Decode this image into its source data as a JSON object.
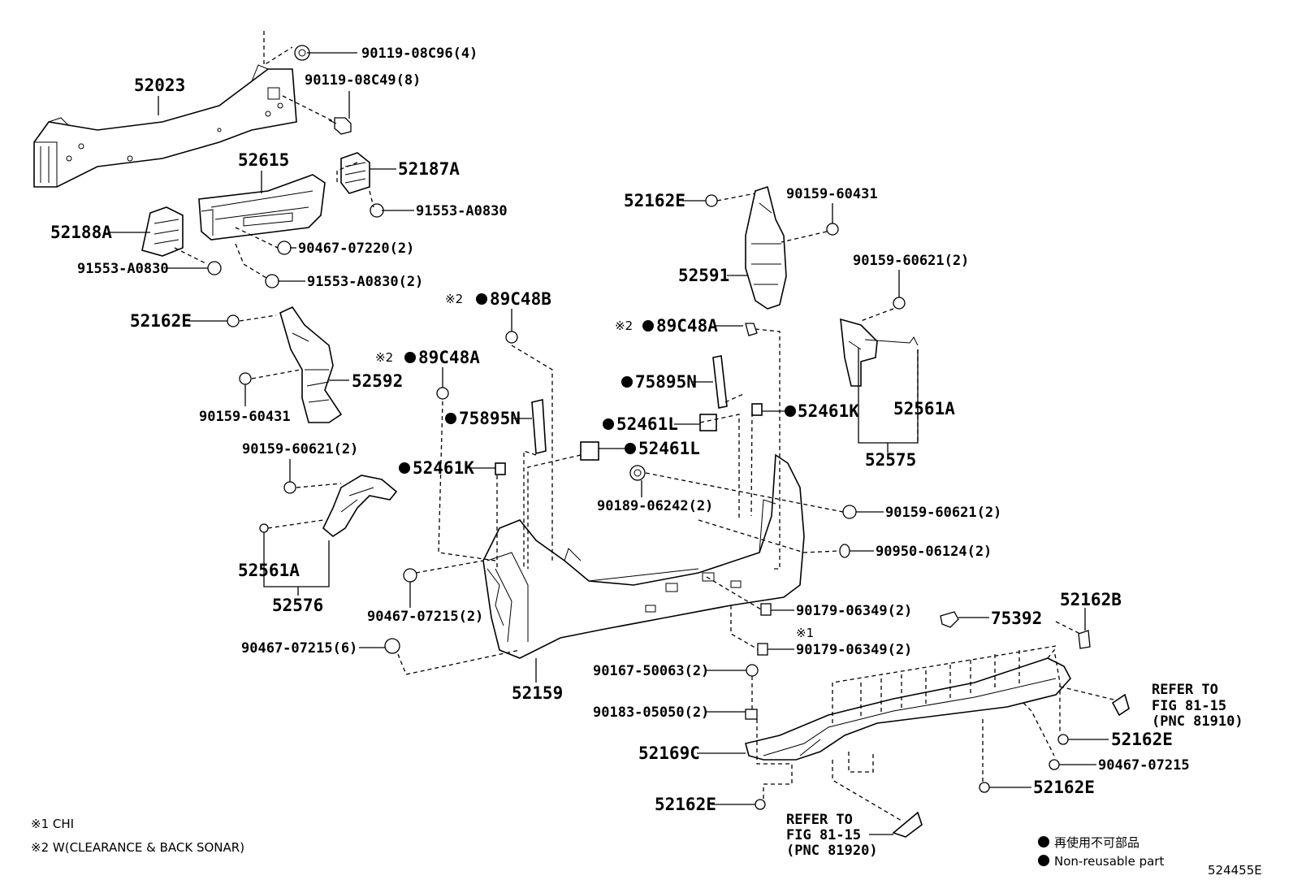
{
  "labels": {
    "p52023": "52023",
    "p90119_08c96": "90119-08C96(4)",
    "p90119_08c49": "90119-08C49(8)",
    "p52615": "52615",
    "p52187a": "52187A",
    "p91553_a0830_r": "91553-A0830",
    "p52188a": "52188A",
    "p90467_07220": "90467-07220(2)",
    "p91553_a0830_l": "91553-A0830",
    "p91553_a0830_2": "91553-A0830(2)",
    "p52162e_ul": "52162E",
    "p52592": "52592",
    "p90159_60431_l": "90159-60431",
    "p52162e_ur": "52162E",
    "p90159_60431_r": "90159-60431",
    "p52591": "52591",
    "p90159_60621_r": "90159-60621(2)",
    "p89c48a_r": "89C48A",
    "p89c48b": "89C48B",
    "p89c48a_l": "89C48A",
    "p75895n_r": "75895N",
    "p75895n_l": "75895N",
    "p52461l_r": "52461L",
    "p52461l_l": "52461L",
    "p52461k_r": "52461K",
    "p52461k_l": "52461K",
    "p52561a_r": "52561A",
    "p52575": "52575",
    "p90159_60621_l": "90159-60621(2)",
    "p52561a_l": "52561A",
    "p52576": "52576",
    "p90189_06242": "90189-06242(2)",
    "p90159_60621_m": "90159-60621(2)",
    "p90950_06124": "90950-06124(2)",
    "p90467_07215_2": "90467-07215(2)",
    "p90467_07215_6": "90467-07215(6)",
    "p90179_06349_a": "90179-06349(2)",
    "p90179_06349_b": "90179-06349(2)",
    "p75392": "75392",
    "p52162b": "52162B",
    "p52159": "52159",
    "p90167_50063": "90167-50063(2)",
    "p90183_05050": "90183-05050(2)",
    "p52169c": "52169C",
    "p52162e_bl": "52162E",
    "p52162e_br1": "52162E",
    "p90467_07215_br": "90467-07215",
    "p52162e_br2": "52162E",
    "ref_81910": [
      "REFER TO",
      "FIG 81-15",
      "(PNC 81910)"
    ],
    "ref_81920": [
      "REFER TO",
      "FIG 81-15",
      "(PNC 81920)"
    ],
    "mark1": "※1",
    "mark2": "※2"
  },
  "notes": {
    "n1": "※1  CHI",
    "n2": "※2  W(CLEARANCE & BACK SONAR)"
  },
  "legend": {
    "jp": "再使用不可部品",
    "en": "Non-reusable part"
  },
  "figure_id": "524455E"
}
